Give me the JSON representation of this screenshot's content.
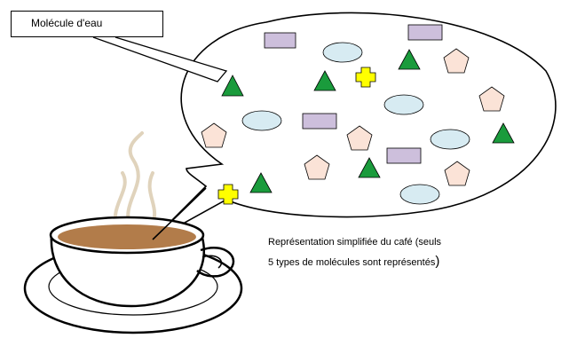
{
  "label": {
    "text": "Molécule d'eau"
  },
  "caption": {
    "line1": "Représentation simplifiée du café (seuls",
    "line2": "5 types de molécules sont représentés",
    "closing": ")"
  },
  "molecules": [
    {
      "kind": "triangle",
      "color": "#1a9b3c"
    },
    {
      "kind": "ellipse",
      "color": "#d7ebf2"
    },
    {
      "kind": "rectangle",
      "color": "#cdbfdc"
    },
    {
      "kind": "pentagon",
      "color": "#fbe3d7"
    },
    {
      "kind": "cross",
      "color": "#ffff00"
    }
  ],
  "colors": {
    "coffee": "#b27c4a",
    "outline": "#000000",
    "steam": "#e0d3bc"
  }
}
